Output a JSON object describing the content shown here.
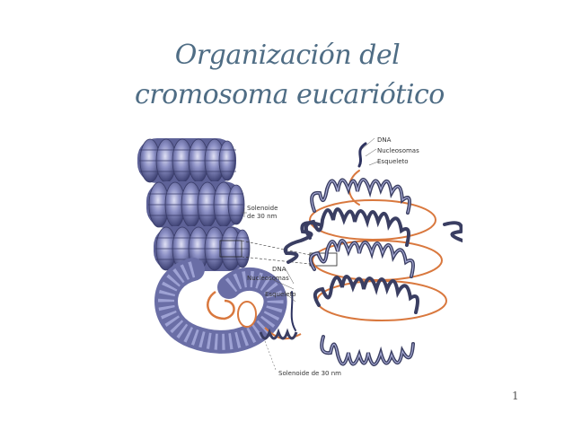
{
  "slide": {
    "title_line1": "Organización del",
    "title_line2": "cromosoma eucariótico",
    "page_number": "1"
  },
  "figure": {
    "labels_top": {
      "dna": "DNA",
      "nucleosomes": "Nucleosomas",
      "skeleton": "Esqueleto"
    },
    "labels_middle": {
      "solenoid_line1": "Solenoide",
      "solenoid_line2": "de 30 nm",
      "dna": "DNA",
      "nucleosomes": "Nucleosomas",
      "skeleton": "Esqueleto"
    },
    "label_bottom": "Solenoide de 30 nm",
    "colors": {
      "chromatin": "#7b7fb8",
      "chromatin_dark": "#3b3f6e",
      "loop_stroke": "#3a3e62",
      "scaffold": "#d9783e",
      "title": "#4f6d85"
    }
  }
}
